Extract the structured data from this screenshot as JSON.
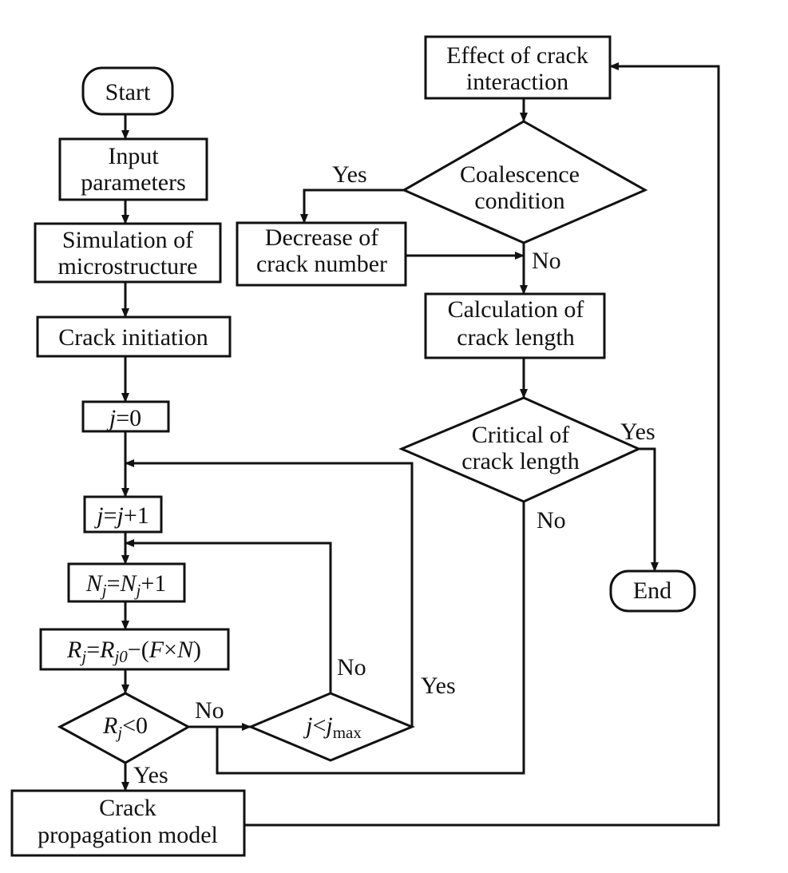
{
  "nodes": {
    "start": "Start",
    "input": [
      "Input",
      "parameters"
    ],
    "simulation": [
      "Simulation of",
      "microstructure"
    ],
    "initiation": "Crack initiation",
    "j_init": {
      "var": "j",
      "rest": "=0"
    },
    "j_incr": {
      "lhs": "j",
      "mid": "=",
      "rhs": "j",
      "tail": "+1"
    },
    "n_incr": {
      "lhs": "N",
      "lhs_sub": "j",
      "mid": "=",
      "rhs": "N",
      "rhs_sub": "j",
      "tail": "+1"
    },
    "r_update": {
      "lhs": "R",
      "lhs_sub": "j",
      "mid": "=",
      "rhs": "R",
      "rhs_sub": "j0",
      "op": "−(",
      "f": "F",
      "times": "×",
      "n": "N",
      "close": ")"
    },
    "r_check": {
      "var": "R",
      "sub": "j",
      "rest": "<0"
    },
    "j_check": {
      "var": "j",
      "op": "<",
      "var2": "j",
      "sub": "max"
    },
    "propagation": [
      "Crack",
      "propagation model"
    ],
    "interaction": [
      "Effect of crack",
      "interaction"
    ],
    "coalescence": [
      "Coalescence",
      "condition"
    ],
    "decrease": [
      "Decrease of",
      "crack number"
    ],
    "calc_length": [
      "Calculation of",
      "crack length"
    ],
    "critical": [
      "Critical of",
      "crack length"
    ],
    "end": "End"
  },
  "edge_labels": {
    "r_no": "No",
    "r_yes": "Yes",
    "j_no": "No",
    "j_yes": "Yes",
    "coal_yes": "Yes",
    "coal_no": "No",
    "crit_yes": "Yes",
    "crit_no": "No"
  }
}
